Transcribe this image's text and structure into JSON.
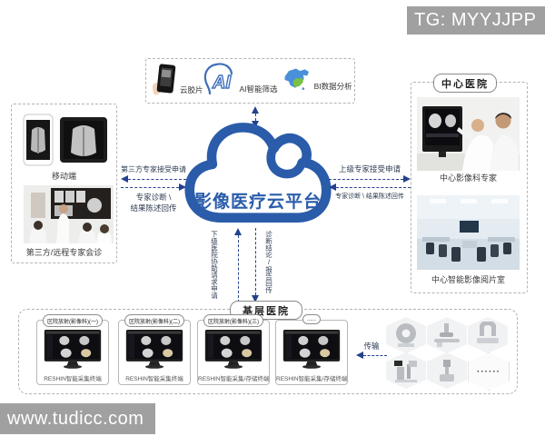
{
  "overlays": {
    "tg_badge": "TG: MYYJJPP",
    "watermark": "www.tudicc.com"
  },
  "cloud": {
    "title": "影像医疗云平台"
  },
  "ai_services": {
    "items": [
      {
        "icon": "cloud-film-phone-icon",
        "label": "云胶片"
      },
      {
        "icon": "ai-head-icon",
        "label": "AI智能筛选"
      },
      {
        "icon": "china-map-icon",
        "label": "BI数据分析"
      }
    ]
  },
  "third_party": {
    "mobile_caption": "移动端",
    "conference_caption": "第三方/远程专家会诊"
  },
  "left_link": {
    "request": "第三方专家接受申请",
    "response_line1": "专家诊断 \\",
    "response_line2": "结果陈述回传"
  },
  "right_link": {
    "request": "上级专家接受申请",
    "response": "专家诊断 \\ 结果陈述回传"
  },
  "center_hospital": {
    "title": "中心医院",
    "experts_caption": "中心影像科专家",
    "reading_room_caption": "中心智能影像阅片室"
  },
  "vertical_link": {
    "up_label": "下级医院协助请求申请",
    "down_label": "诊断结论/报告回传"
  },
  "base_hospital": {
    "title": "基层医院",
    "terminals": [
      {
        "title": "区院放射(影像科)(一)",
        "caption": "RESHIN智能采集终端"
      },
      {
        "title": "区院放射(影像科)(二)",
        "caption": "RESHIN智能采集终端"
      },
      {
        "title": "区院放射(影像科)(三)",
        "caption": "RESHIN智能采集/存储终端"
      },
      {
        "title": "......",
        "caption": "RESHIN智能采集/存储终端"
      }
    ],
    "transfer_label": "传输",
    "more_equipment": "······"
  },
  "colors": {
    "accent_blue": "#2a5caa",
    "arrow_navy": "#24418c",
    "border_gray": "#b3b3b3",
    "badge_gray": "#a0a0a0"
  }
}
